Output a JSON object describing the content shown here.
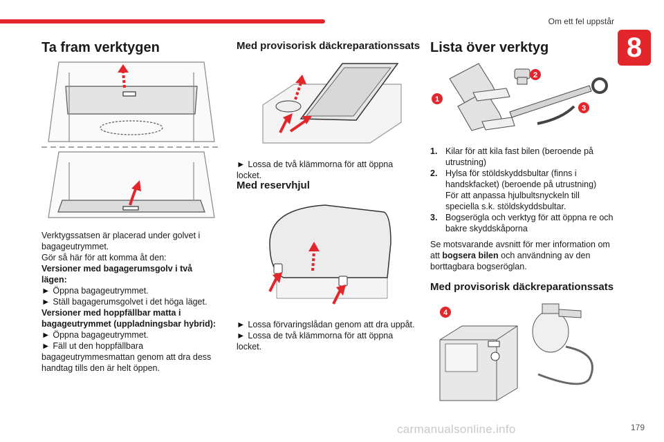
{
  "header": {
    "chapter_title": "Om ett fel uppstår",
    "chapter_number": "8",
    "accent_color": "#e3262b"
  },
  "col1": {
    "title": "Ta fram verktygen",
    "p1": "Verktygssatsen är placerad under golvet i bagageutrymmet.",
    "p2": "Gör så här för att komma åt den:",
    "sub1": "Versioner med bagagerumsgolv i två lägen:",
    "steps1": [
      "Öppna bagageutrymmet.",
      "Ställ bagagerumsgolvet i det höga läget."
    ],
    "sub2": "Versioner med hoppfällbar matta i bagageutrymmet (uppladningsbar hybrid):",
    "steps2": [
      "Öppna bagageutrymmet.",
      "Fäll ut den hoppfällbara bagageutrymmesmattan genom att dra dess handtag tills den är helt öppen."
    ]
  },
  "col2": {
    "title1": "Med provisorisk däckreparationssats",
    "step1": "Lossa de två klämmorna för att öppna locket.",
    "title2": "Med reservhjul",
    "step2a": "Lossa förvaringslådan genom att dra uppåt.",
    "step2b": "Lossa de två klämmorna för att öppna locket."
  },
  "col3": {
    "title": "Lista över verktyg",
    "badges": [
      "1",
      "2",
      "3",
      "4"
    ],
    "items": [
      {
        "num": "1.",
        "text": "Kilar för att kila fast bilen (beroende på utrustning)"
      },
      {
        "num": "2.",
        "text": "Hylsa för stöldskyddsbultar (finns i handskfacket) (beroende på utrustning)",
        "extra": "För att anpassa hjulbultsnyckeln till speciella s.k. stöldskyddsbultar."
      },
      {
        "num": "3.",
        "text": "Bogserögla och verktyg för att öppna re och bakre skyddskåporna"
      }
    ],
    "note_pre": "Se motsvarande avsnitt för mer information om att ",
    "note_bold": "bogsera bilen",
    "note_post": " och användning av den borttagbara bogseröglan.",
    "subtitle": "Med provisorisk däckreparationssats"
  },
  "footer": {
    "page_number": "179",
    "watermark": "carmanualsonline.info"
  },
  "icons": {
    "bullet": "triangle-arrow-icon"
  }
}
